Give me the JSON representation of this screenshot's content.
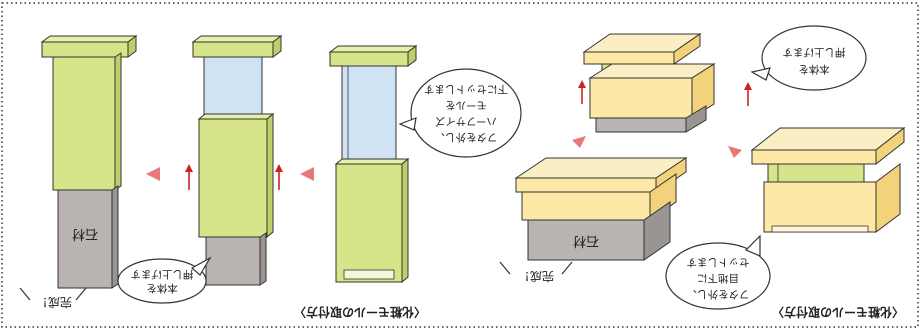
{
  "colors": {
    "green": "#d6e58a",
    "green_dark": "#bcd06a",
    "blue": "#cfe3f5",
    "cream": "#fde8a6",
    "cream_dark": "#f3d27c",
    "gray": "#b9b3b1",
    "gray_dark": "#9a9493",
    "outline": "#333333",
    "arrow_red": "#cc2222",
    "arrow_pink": "#e87878",
    "frame_dots": "#333333"
  },
  "left_panel": {
    "title": "〈化粧モールの取付方〉",
    "done_label": "完成！",
    "stone_label": "石材",
    "bubble_push": [
      "本体を",
      "押し上げます"
    ],
    "bubble_top": [
      "フタを外し、",
      "ハーフサイズ",
      "モールを",
      "下にセットします"
    ]
  },
  "right_panel": {
    "title": "〈化粧モールの取付方〉",
    "done_label": "完成！",
    "stone_label": "石材",
    "bubble_push": [
      "本体を",
      "押し上げます"
    ],
    "bubble_bottom": [
      "フタを外し、",
      "目地下に",
      "セットします"
    ]
  }
}
